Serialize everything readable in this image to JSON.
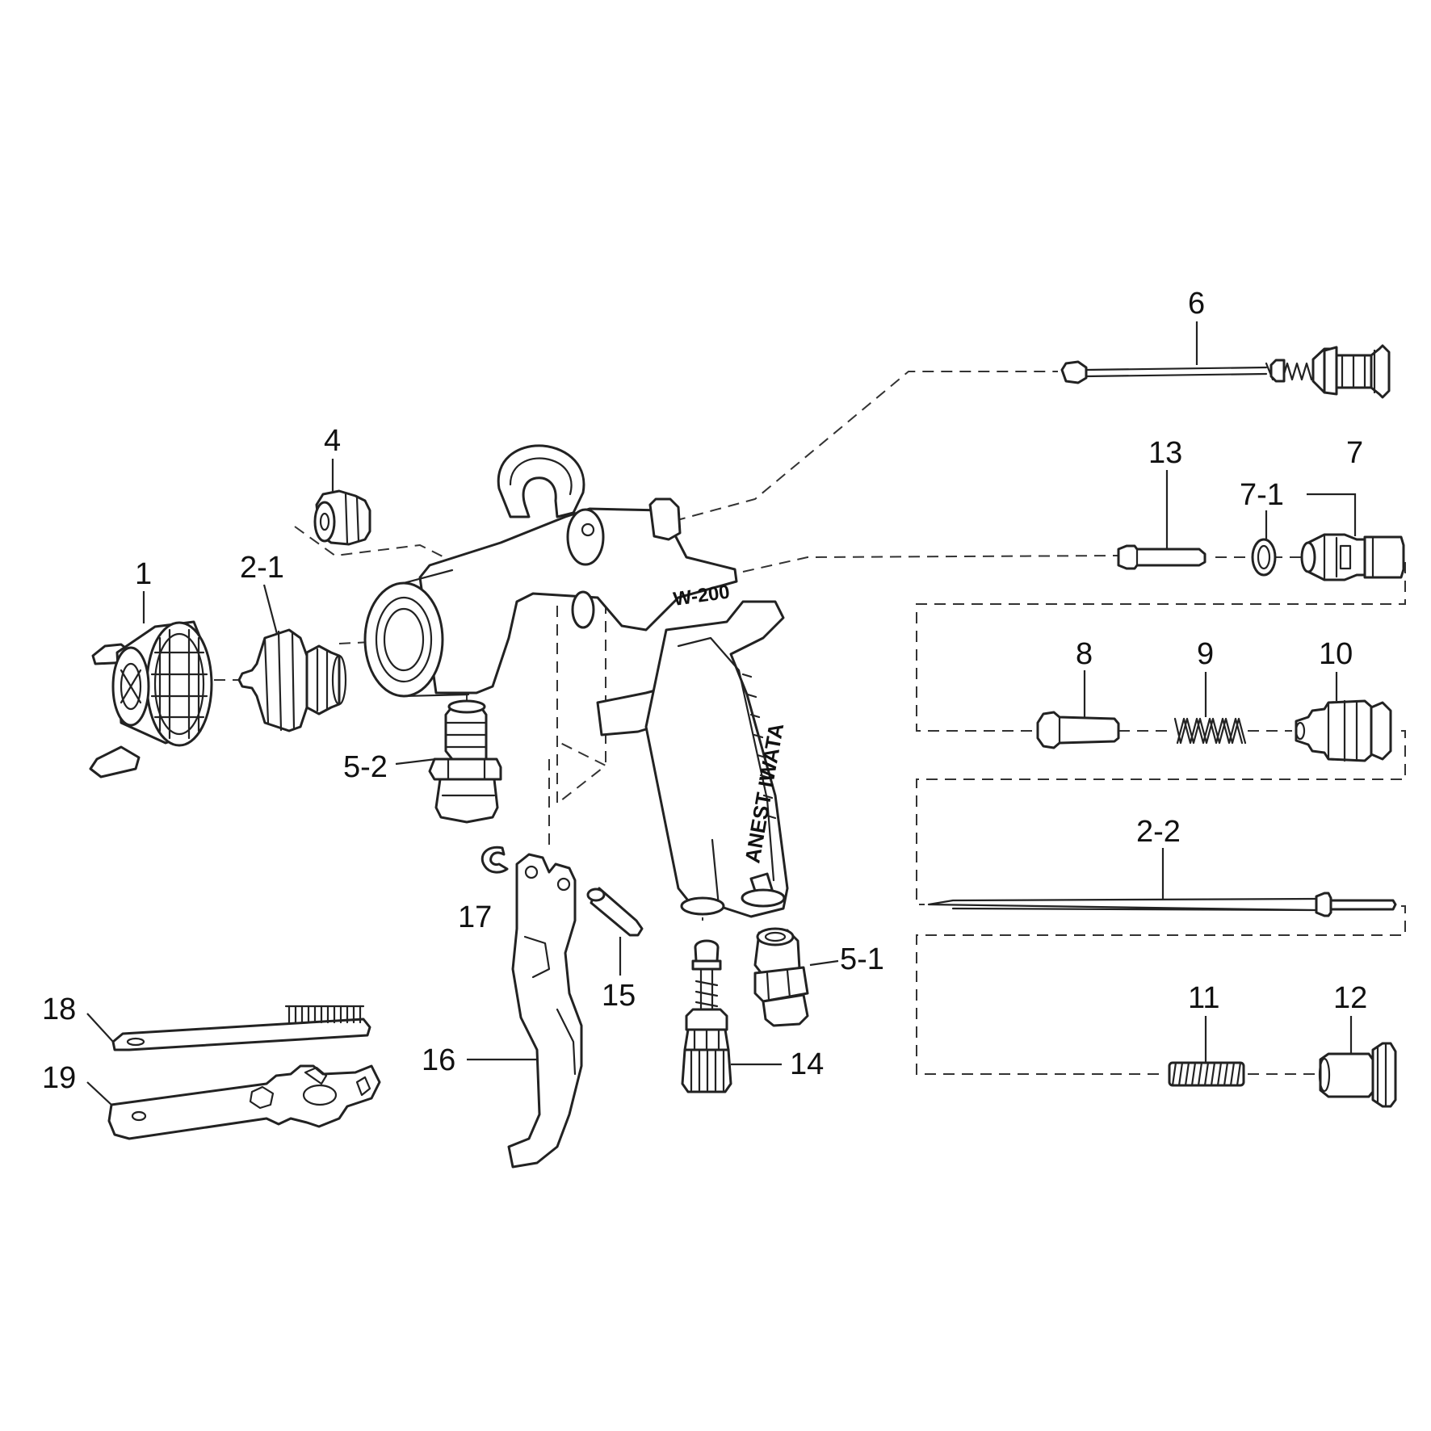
{
  "gun": {
    "model": "W-200",
    "brand": "ANEST IWATA"
  },
  "labels": {
    "p1": "1",
    "p2_1": "2-1",
    "p2_2": "2-2",
    "p4": "4",
    "p5_1": "5-1",
    "p5_2": "5-2",
    "p6": "6",
    "p7": "7",
    "p7_1": "7-1",
    "p8": "8",
    "p9": "9",
    "p10": "10",
    "p11": "11",
    "p12": "12",
    "p13": "13",
    "p14": "14",
    "p15": "15",
    "p16": "16",
    "p17": "17",
    "p18": "18",
    "p19": "19"
  },
  "colors": {
    "line": "#222222",
    "background": "#ffffff"
  }
}
